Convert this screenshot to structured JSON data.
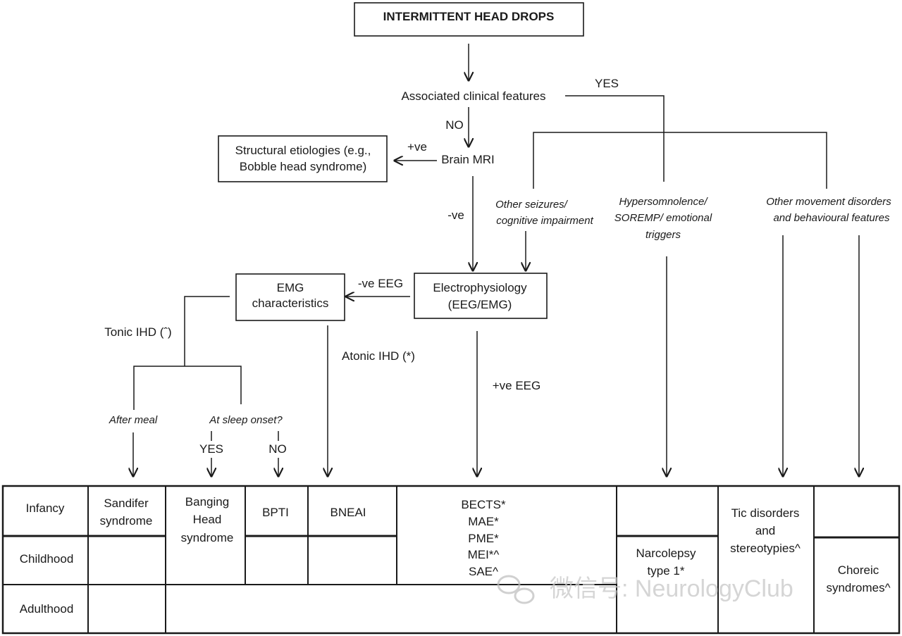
{
  "title": "INTERMITTENT HEAD DROPS",
  "nodes": {
    "associated": "Associated clinical features",
    "yes_top": "YES",
    "no_top": "NO",
    "structural_line1": "Structural etiologies (e.g.,",
    "structural_line2": "Bobble head syndrome)",
    "plus_ve": "+ve",
    "brain_mri": "Brain MRI",
    "minus_ve": "-ve",
    "other_seizures_line1": "Other seizures/",
    "other_seizures_line2": "cognitive impairment",
    "hypersom_line1": "Hypersomnolence/",
    "hypersom_line2": "SOREMP/ emotional",
    "hypersom_line3": "triggers",
    "other_mov_line1": "Other movement disorders",
    "other_mov_line2": "and behavioural features",
    "emg_line1": "EMG",
    "emg_line2": "characteristics",
    "neg_eeg": "-ve EEG",
    "electro_line1": "Electrophysiology",
    "electro_line2": "(EEG/EMG)",
    "tonic": "Tonic IHD (ˆ)",
    "atonic": "Atonic IHD (*)",
    "pos_eeg": "+ve EEG",
    "after_meal": "After  meal",
    "at_sleep": "At sleep  onset?",
    "yes_sleep": "YES",
    "no_sleep": "NO"
  },
  "table": {
    "rows": [
      "Infancy",
      "Childhood",
      "Adulthood"
    ],
    "sandifer_line1": "Sandifer",
    "sandifer_line2": "syndrome",
    "banging_line1": "Banging",
    "banging_line2": "Head",
    "banging_line3": "syndrome",
    "bpti": "BPTI",
    "bneai": "BNEAI",
    "epilepsy": [
      "BECTS*",
      "MAE*",
      "PME*",
      "MEI*^",
      "SAE^"
    ],
    "narcolepsy_line1": "Narcolepsy",
    "narcolepsy_line2": "type 1*",
    "tic_line1": "Tic disorders",
    "tic_line2": "and",
    "tic_line3": "stereotypies^",
    "choreic_line1": "Choreic",
    "choreic_line2": "syndromes^"
  },
  "watermark": "微信号: NeurologyClub"
}
